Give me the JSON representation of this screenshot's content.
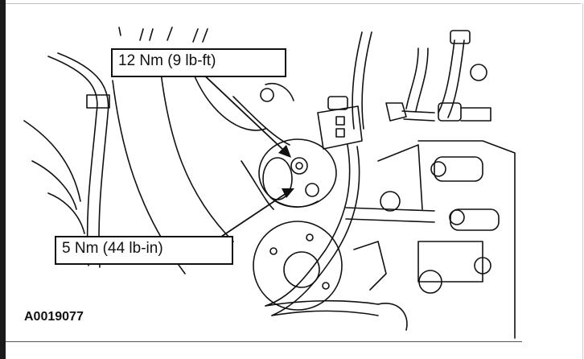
{
  "callouts": {
    "upper_torque": "12 Nm (9 lb-ft)",
    "lower_torque": "5 Nm (44 lb-in)"
  },
  "figure_id": "A0019077",
  "colors": {
    "line": "#111111",
    "background": "#ffffff"
  }
}
